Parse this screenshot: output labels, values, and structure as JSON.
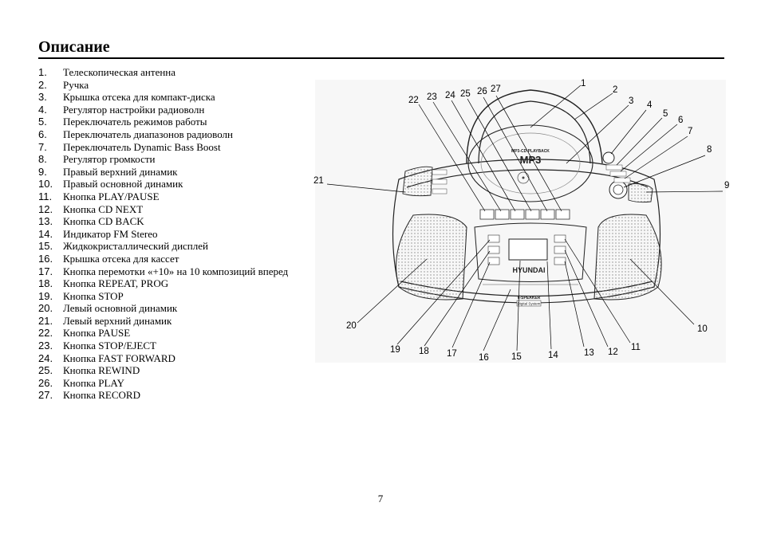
{
  "heading": "Описание",
  "page_number": "7",
  "items": [
    {
      "n": "1.",
      "text": "Телескопическая антенна"
    },
    {
      "n": "2.",
      "text": "Ручка"
    },
    {
      "n": "3.",
      "text": "Крышка отсека для компакт-диска"
    },
    {
      "n": "4.",
      "text": "Регулятор настройки радиоволн"
    },
    {
      "n": "5.",
      "text": "Переключатель режимов работы"
    },
    {
      "n": "6.",
      "text": "Переключатель диапазонов радиоволн"
    },
    {
      "n": "7.",
      "text": "Переключатель Dynamic Bass Boost"
    },
    {
      "n": "8.",
      "text": "Регулятор громкости"
    },
    {
      "n": "9.",
      "text": "Правый верхний динамик"
    },
    {
      "n": "10.",
      "text": "Правый основной динамик"
    },
    {
      "n": "11.",
      "text": "Кнопка PLAY/PAUSE"
    },
    {
      "n": "12.",
      "text": "Кнопка CD NEXT"
    },
    {
      "n": "13.",
      "text": "Кнопка CD BACK"
    },
    {
      "n": "14.",
      "text": "Индикатор FM Stereo"
    },
    {
      "n": "15.",
      "text": "Жидкокристаллический дисплей"
    },
    {
      "n": "16.",
      "text": "Крышка отсека для кассет"
    },
    {
      "n": "17.",
      "text": "Кнопка перемотки «+10» на 10 композиций вперед"
    },
    {
      "n": "18.",
      "text": "Кнопка REPEAT, PROG"
    },
    {
      "n": "19.",
      "text": "Кнопка STOP"
    },
    {
      "n": "20.",
      "text": "Левый основной динамик"
    },
    {
      "n": "21.",
      "text": "Левый верхний динамик"
    },
    {
      "n": "22.",
      "text": "Кнопка PAUSE"
    },
    {
      "n": "23.",
      "text": "Кнопка STOP/EJECT"
    },
    {
      "n": "24.",
      "text": "Кнопка FAST FORWARD"
    },
    {
      "n": "25.",
      "text": "Кнопка REWIND"
    },
    {
      "n": "26.",
      "text": "Кнопка PLAY"
    },
    {
      "n": "27.",
      "text": "Кнопка RECORD"
    }
  ],
  "diagram": {
    "brand": "HYUNDAI",
    "lid_caption": "MP3-CD PLAYBACK",
    "lid_logo": "MP3",
    "speaker_badge": "6-SPEAKER",
    "speaker_badge_sub": "Digital System",
    "callouts": [
      "1",
      "2",
      "3",
      "4",
      "5",
      "6",
      "7",
      "8",
      "9",
      "10",
      "11",
      "12",
      "13",
      "14",
      "15",
      "16",
      "17",
      "18",
      "19",
      "20",
      "21",
      "22",
      "23",
      "24",
      "25",
      "26",
      "27"
    ]
  }
}
